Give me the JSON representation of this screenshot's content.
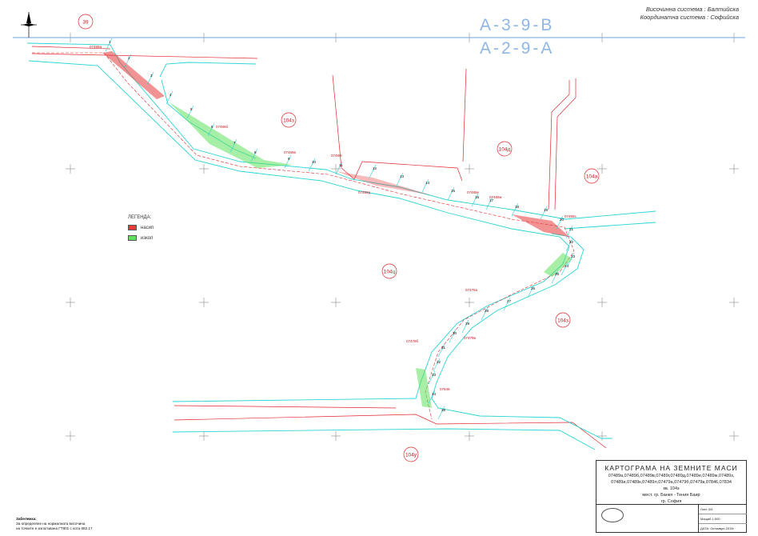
{
  "header": {
    "vertical_system": "Височинна система : Балтийска",
    "coordinate_system": "Координатна система : Софийска",
    "sheet_top": "А-3-9-В",
    "sheet_bottom": "А-2-9-А",
    "north_symbol": "N"
  },
  "parcels": [
    "39",
    "104з",
    "104д",
    "104а",
    "104ц",
    "104з",
    "104у"
  ],
  "road_labels": [
    "07489а",
    "07489б",
    "07489в",
    "07489г",
    "07489д",
    "07489е",
    "07489ж",
    "07489з",
    "07479а",
    "07479б",
    "07479в",
    "07846"
  ],
  "profile_numbers": [
    "1",
    "2",
    "3",
    "4",
    "5",
    "6",
    "7",
    "8",
    "9",
    "10",
    "11",
    "12",
    "13",
    "14",
    "15",
    "16",
    "17",
    "18",
    "19",
    "20",
    "21",
    "22",
    "23",
    "24",
    "25",
    "26",
    "27",
    "28",
    "29",
    "30",
    "31",
    "32",
    "33",
    "34",
    "35"
  ],
  "legend": {
    "title": "ЛЕГЕНДА:",
    "items": [
      {
        "label": "насип",
        "color": "#e83a3a"
      },
      {
        "label": "изкоп",
        "color": "#5ee05e"
      }
    ]
  },
  "notes": {
    "title": "Забележка:",
    "line1": "За определяне на нормалната височина",
    "line2": "на точките е използвана ГТ801 с кота 682.17"
  },
  "title_block": {
    "title": "КАРТОГРАМА НА ЗЕМНИТЕ МАСИ",
    "parcels_line1": "07489а,07489б,07489в,07489г,07489д,07489е,07489ж,07489з,",
    "parcels_line2": "07489и,07489к,07489л,07479а,07479б,07479в,07846,07834",
    "sub": "кв. 104з",
    "place": "мест. гр. Банкя - Тения Баир",
    "city": "гр. София",
    "cells": [
      "Лист 4/5",
      "Мащаб 1:500",
      "ДАТА: Октомври 2019г."
    ]
  },
  "colors": {
    "road": "#2bd4d4",
    "boundary": "#e0282e",
    "fill": "#e83a3a",
    "cut": "#5ee05e",
    "grid": "#8a8a8a",
    "sheet_line": "#6fa4e0"
  }
}
